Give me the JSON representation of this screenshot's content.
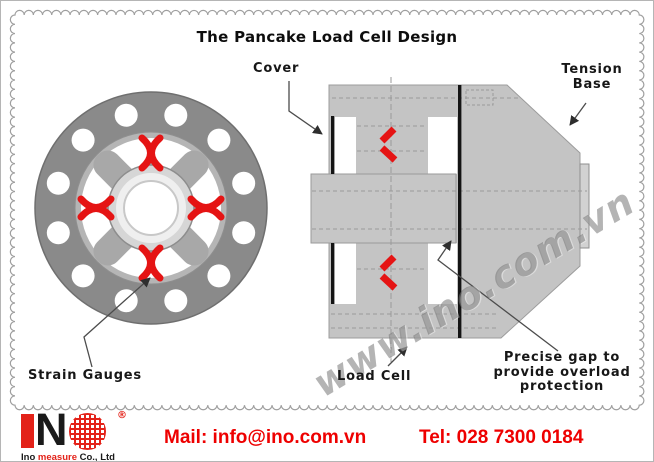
{
  "title": "The Pancake Load Cell Design",
  "diagram": {
    "labels": {
      "cover": "Cover",
      "tension_base": {
        "line1": "Tension",
        "line2": "Base"
      },
      "strain_gauges": "Strain Gauges",
      "load_cell": "Load Cell",
      "precise_gap": {
        "line1": "Precise gap to",
        "line2": "provide overload",
        "line3": "protection"
      }
    }
  },
  "watermark": "www.ino.com.vn",
  "footer": {
    "logo": {
      "letter_n": "N",
      "reg_mark": "®",
      "tagline": {
        "part1": "Ino ",
        "part2": "measure",
        "part3": " Co., Ltd"
      }
    },
    "mail": "Mail: info@ino.com.vn",
    "tel": "Tel: 028 7300 0184"
  },
  "colors": {
    "strain_gauge_red": "#e51414",
    "logo_red": "#e32219",
    "contact_red": "#ee0000",
    "section_grey": "#c4c4c4",
    "outer_ring_grey": "#8a8a8a",
    "inner_disc_grey": "#b5b5b5",
    "hub_grey": "#a8a8a8",
    "line_black": "#141414",
    "watermark_grey": "#767676"
  }
}
